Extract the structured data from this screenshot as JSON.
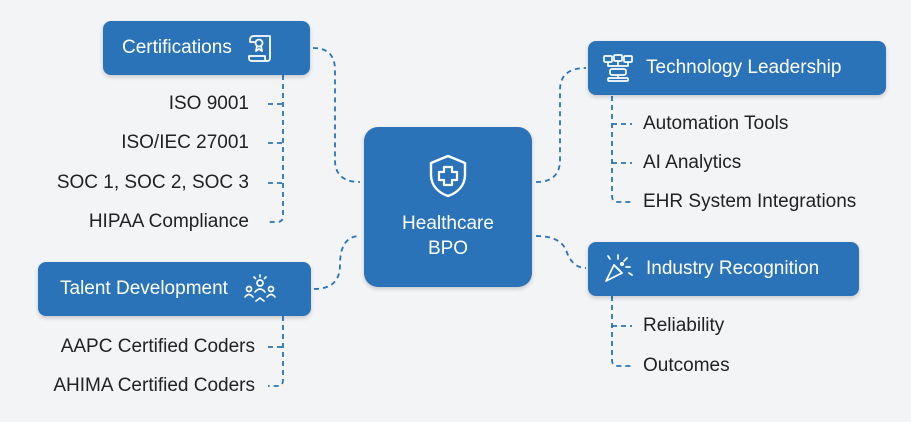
{
  "center": {
    "line1": "Healthcare",
    "line2": "BPO",
    "icon": "shield-cross-icon"
  },
  "branches": {
    "certifications": {
      "title": "Certifications",
      "icon": "certificate-icon",
      "items": [
        "ISO 9001",
        "ISO/IEC 27001",
        "SOC 1, SOC 2, SOC 3",
        "HIPAA Compliance"
      ]
    },
    "talent": {
      "title": "Talent Development",
      "icon": "team-icon",
      "items": [
        "AAPC Certified Coders",
        "AHIMA Certified Coders"
      ]
    },
    "technology": {
      "title": "Technology Leadership",
      "icon": "network-icon",
      "items": [
        "Automation Tools",
        "AI Analytics",
        "EHR System Integrations"
      ]
    },
    "recognition": {
      "title": "Industry Recognition",
      "icon": "celebration-icon",
      "items": [
        "Reliability",
        "Outcomes"
      ]
    }
  },
  "colors": {
    "accent": "#2a73b8",
    "background": "#f3f4f6",
    "text": "#222222"
  }
}
